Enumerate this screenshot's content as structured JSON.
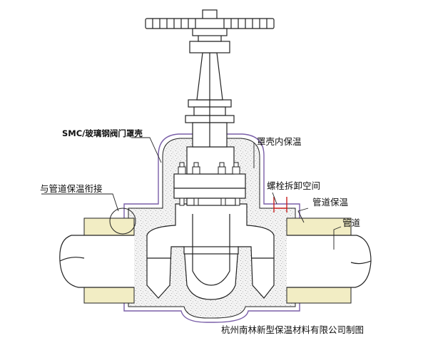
{
  "labels": {
    "cover": "SMC/玻璃钢阀门罩壳",
    "inner_insulation": "罩壳内保温",
    "pipe_joint": "与管道保温衔接",
    "bolt_space": "螺栓拆卸空间",
    "pipe_insulation": "管道保温",
    "pipe": "管道",
    "credit": "杭州南林新型保温材料有限公司制图"
  },
  "colors": {
    "outline": "#222222",
    "cover_fill": "#ffffff",
    "cover_stroke": "#7a5fa8",
    "insulation_speckle": "#9a9a9a",
    "insulation_bg": "#f2f2f2",
    "pipe_insulation_fill": "#f2edc4",
    "bolt_dimension": "#c81e1e"
  }
}
